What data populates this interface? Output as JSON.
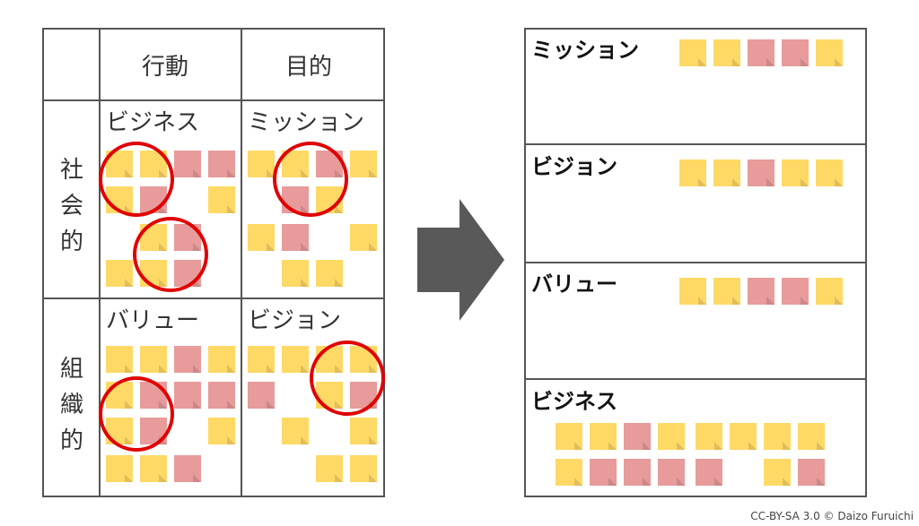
{
  "left_table": {
    "col_headers": [
      "行動",
      "目的"
    ],
    "row_headers": [
      "社会的",
      "組織的"
    ],
    "cells": {
      "top_left": "ビジネス",
      "top_right": "ミッション",
      "bottom_left": "バリュー",
      "bottom_right": "ビジョン"
    }
  },
  "right_panel": {
    "sections": [
      {
        "title": "ミッション",
        "notes": [
          "yellow",
          "yellow",
          "pink",
          "pink",
          "yellow"
        ]
      },
      {
        "title": "ビジョン",
        "notes": [
          "yellow",
          "yellow",
          "pink",
          "yellow",
          "yellow"
        ]
      },
      {
        "title": "バリュー",
        "notes": [
          "yellow",
          "yellow",
          "pink",
          "pink",
          "yellow"
        ]
      },
      {
        "title": "ビジネス",
        "notes_row1": [
          "yellow",
          "yellow",
          "pink",
          "yellow",
          "yellow",
          "yellow",
          "yellow",
          "yellow"
        ],
        "notes_row2": [
          "yellow",
          "pink",
          "pink",
          "pink",
          "pink",
          "",
          "yellow",
          "pink"
        ]
      }
    ]
  },
  "colors": {
    "note_yellow": "#ffd966",
    "note_pink": "#e79b9b",
    "highlight_circle": "#e00000",
    "arrow": "#595959"
  },
  "footer": {
    "credit": "CC-BY-SA 3.0 © Daizo Furuichi"
  }
}
